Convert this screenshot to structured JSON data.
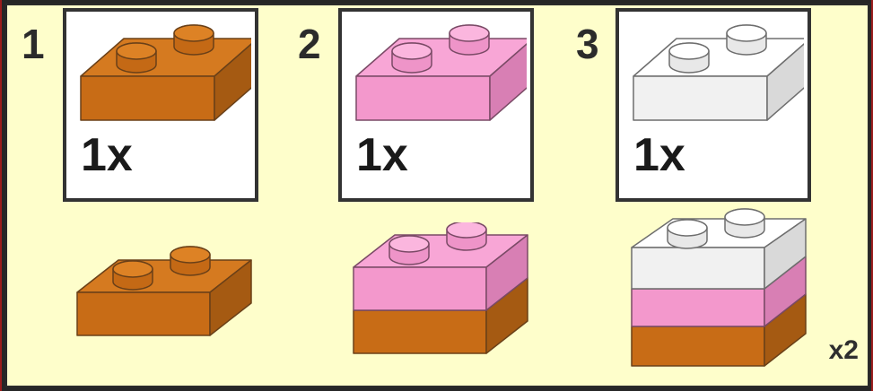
{
  "colors": {
    "orange": "#d9781f",
    "pink": "#f59ed2",
    "white": "#f4f4f4",
    "background": "#fefecb"
  },
  "steps": [
    {
      "number": "1",
      "quantity": "1x",
      "brick_color": "orange",
      "stack": [
        "orange"
      ]
    },
    {
      "number": "2",
      "quantity": "1x",
      "brick_color": "pink",
      "stack": [
        "orange",
        "pink"
      ]
    },
    {
      "number": "3",
      "quantity": "1x",
      "brick_color": "white",
      "stack": [
        "orange",
        "pink",
        "white"
      ]
    }
  ],
  "multiplier": "x2"
}
